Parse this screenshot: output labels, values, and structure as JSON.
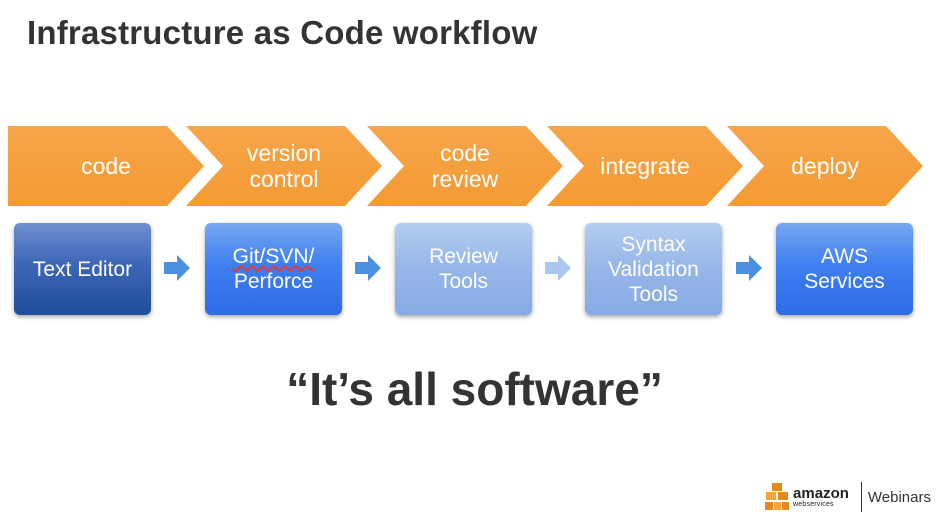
{
  "title": "Infrastructure as Code workflow",
  "stages": [
    {
      "lines": [
        "code"
      ]
    },
    {
      "lines": [
        "version",
        "control"
      ]
    },
    {
      "lines": [
        "code",
        "review"
      ]
    },
    {
      "lines": [
        "integrate"
      ]
    },
    {
      "lines": [
        "deploy"
      ]
    }
  ],
  "tools": [
    {
      "lines": [
        "Text Editor"
      ]
    },
    {
      "lines": [
        "Git/SVN/",
        "Perforce"
      ]
    },
    {
      "lines": [
        "Review",
        "Tools"
      ]
    },
    {
      "lines": [
        "Syntax",
        "Validation",
        "Tools"
      ]
    },
    {
      "lines": [
        "AWS",
        "Services"
      ]
    }
  ],
  "quote": "“It’s all software”",
  "footer": {
    "brand_main": "amazon",
    "brand_sub": "webservices",
    "tagline": "Webinars"
  },
  "colors": {
    "chevron": "#f39a33",
    "arrow": "#4a8fe0",
    "arrow_light": "#a9c6ee",
    "title_text": "#333333"
  }
}
